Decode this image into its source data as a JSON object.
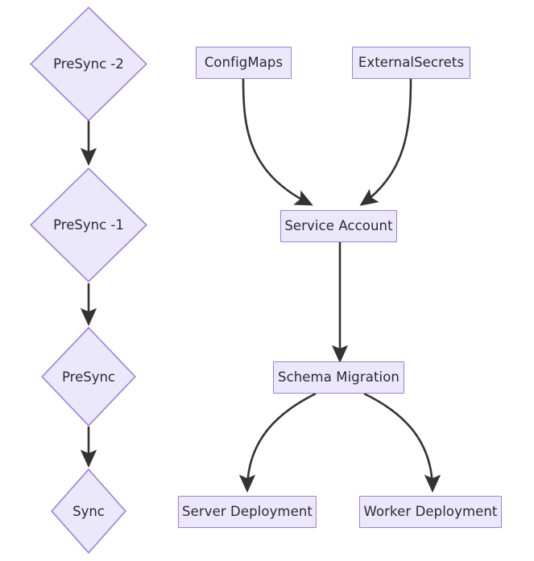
{
  "diagram": {
    "type": "flowchart",
    "background_color": "#ffffff",
    "node_fill_color": "#ebe8fb",
    "node_border_color": "#9d7fe0",
    "node_text_color": "#2b2b32",
    "edge_color": "#333333",
    "sync_phase_nodes": [
      {
        "id": "presync2",
        "label": "PreSync -2",
        "shape": "diamond"
      },
      {
        "id": "presync1",
        "label": "PreSync -1",
        "shape": "diamond"
      },
      {
        "id": "presync",
        "label": "PreSync",
        "shape": "diamond"
      },
      {
        "id": "sync",
        "label": "Sync",
        "shape": "diamond"
      }
    ],
    "resource_nodes": [
      {
        "id": "configmaps",
        "label": "ConfigMaps",
        "shape": "rect"
      },
      {
        "id": "externalsecrets",
        "label": "ExternalSecrets",
        "shape": "rect"
      },
      {
        "id": "serviceaccount",
        "label": "Service Account",
        "shape": "rect"
      },
      {
        "id": "schemamigration",
        "label": "Schema Migration",
        "shape": "rect"
      },
      {
        "id": "serverdeployment",
        "label": "Server Deployment",
        "shape": "rect"
      },
      {
        "id": "workerdeployment",
        "label": "Worker Deployment",
        "shape": "rect"
      }
    ],
    "edges": [
      {
        "from": "presync2",
        "to": "presync1",
        "style": "straight-arrow"
      },
      {
        "from": "presync1",
        "to": "presync",
        "style": "straight-arrow"
      },
      {
        "from": "presync",
        "to": "sync",
        "style": "straight-arrow"
      },
      {
        "from": "configmaps",
        "to": "serviceaccount",
        "style": "curved-arrow"
      },
      {
        "from": "externalsecrets",
        "to": "serviceaccount",
        "style": "curved-arrow"
      },
      {
        "from": "serviceaccount",
        "to": "schemamigration",
        "style": "straight-arrow"
      },
      {
        "from": "schemamigration",
        "to": "serverdeployment",
        "style": "curved-arrow"
      },
      {
        "from": "schemamigration",
        "to": "workerdeployment",
        "style": "curved-arrow"
      }
    ]
  }
}
